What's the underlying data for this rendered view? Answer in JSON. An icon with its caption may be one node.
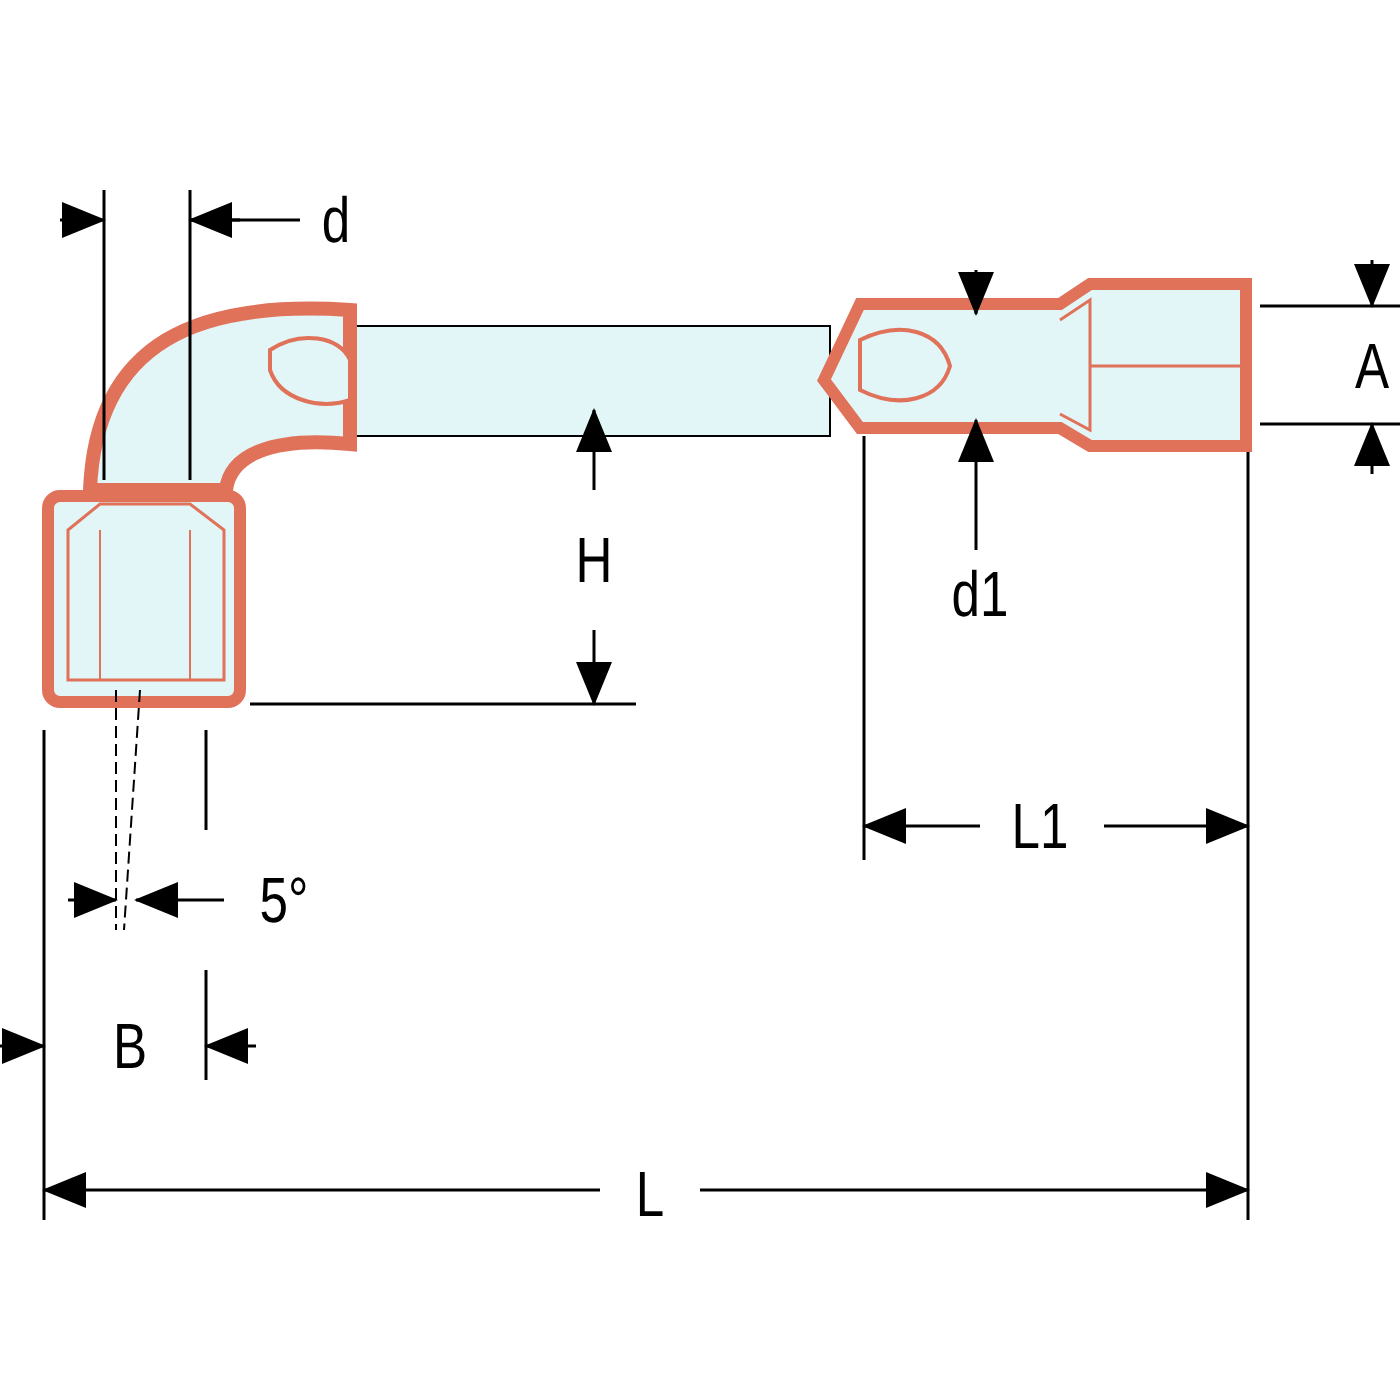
{
  "diagram": {
    "labels": [
      "d",
      "A",
      "H",
      "d1",
      "L1",
      "5°",
      "B",
      "L"
    ]
  }
}
